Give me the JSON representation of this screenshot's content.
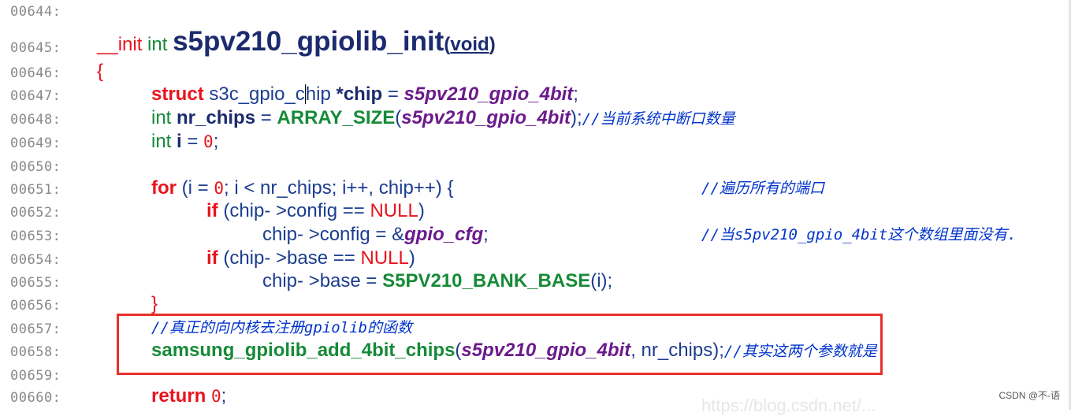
{
  "lines": [
    {
      "num": "00644:"
    },
    {
      "num": "00645:"
    },
    {
      "num": "00646:"
    },
    {
      "num": "00647:"
    },
    {
      "num": "00648:"
    },
    {
      "num": "00649:"
    },
    {
      "num": "00650:"
    },
    {
      "num": "00651:"
    },
    {
      "num": "00652:"
    },
    {
      "num": "00653:"
    },
    {
      "num": "00654:"
    },
    {
      "num": "00655:"
    },
    {
      "num": "00656:"
    },
    {
      "num": "00657:"
    },
    {
      "num": "00658:"
    },
    {
      "num": "00659:"
    },
    {
      "num": "00660:"
    }
  ],
  "code": {
    "l645": {
      "init": "__init",
      "int": " int ",
      "fname": "s5pv210_gpiolib_init",
      "open": "(",
      "void": "void",
      "close": ")"
    },
    "l646": {
      "brace": "{"
    },
    "l647": {
      "struct": "struct",
      "type1": " s3c_gpio_c",
      "type2": "hip ",
      "star": "*",
      "var": "chip",
      "eq": " = ",
      "val": "s5pv210_gpio_4bit",
      "semi": ";"
    },
    "l648": {
      "int": "int ",
      "var": "nr_chips",
      "eq": " = ",
      "macro": "ARRAY_SIZE",
      "open": "(",
      "arg": "s5pv210_gpio_4bit",
      "close": ");",
      "comment": "//当前系统中断口数量"
    },
    "l649": {
      "int": "int ",
      "var": "i",
      "eq": " = ",
      "zero": "0",
      "semi": ";"
    },
    "l651": {
      "for": "for",
      "p1": " (i = ",
      "zero": "0",
      "p2": "; i < nr_chips; i++, chip++) {",
      "comment": "//遍历所有的端口"
    },
    "l652": {
      "if": "if",
      "p1": " (chip- >config == ",
      "null": "NULL",
      "p2": ")"
    },
    "l653": {
      "p1": "chip- >config = &",
      "val": "gpio_cfg",
      "semi": ";",
      "comment": "//当s5pv210_gpio_4bit这个数组里面没有."
    },
    "l654": {
      "if": "if",
      "p1": " (chip- >base == ",
      "null": "NULL",
      "p2": ")"
    },
    "l655": {
      "p1": "chip- >base = ",
      "macro": "S5PV210_BANK_BASE",
      "p2": "(i);"
    },
    "l656": {
      "brace": "}"
    },
    "l657": {
      "comment": "//真正的向内核去注册gpiolib的函数"
    },
    "l658": {
      "fname": "samsung_gpiolib_add_4bit_chips",
      "open": "(",
      "arg": "s5pv210_gpio_4bit",
      "rest": ", nr_chips);",
      "comment": "//其实这两个参数就是"
    },
    "l660": {
      "ret": "return",
      "sp": " ",
      "zero": "0",
      "semi": ";"
    }
  },
  "watermark": "CSDN @不-语",
  "ghost_url": "https://blog.csdn.net/..."
}
